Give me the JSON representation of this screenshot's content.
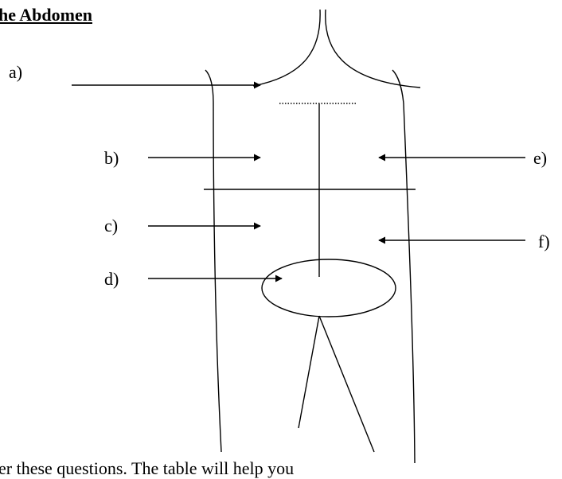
{
  "title": "he Abdomen",
  "labels": {
    "a": "a)",
    "b": "b)",
    "c": "c)",
    "d": "d)",
    "e": "e)",
    "f": "f)"
  },
  "footer_text": "er these questions. The table will help you"
}
